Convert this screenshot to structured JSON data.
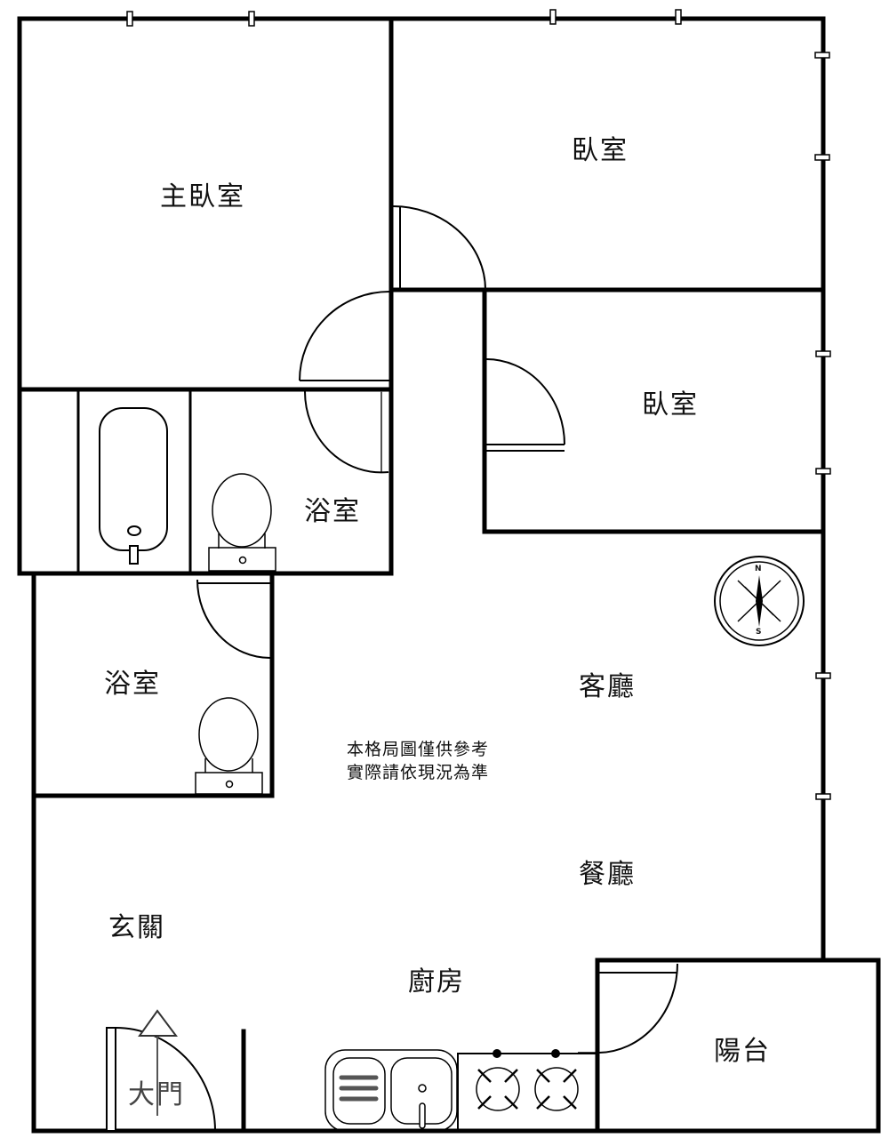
{
  "floor_plan": {
    "rooms": {
      "master_bedroom": "主臥室",
      "bedroom_1": "臥室",
      "bedroom_2": "臥室",
      "bathroom_1": "浴室",
      "bathroom_2": "浴室",
      "living_room": "客廳",
      "dining_room": "餐廳",
      "entrance": "玄關",
      "kitchen": "廚房",
      "balcony": "陽台",
      "main_door": "大門"
    },
    "disclaimer": {
      "line1": "本格局圖僅供參考",
      "line2": "實際請依現況為準"
    },
    "compass": {
      "north": "N",
      "south": "S"
    },
    "colors": {
      "wall": "#000000",
      "background": "#ffffff"
    }
  }
}
